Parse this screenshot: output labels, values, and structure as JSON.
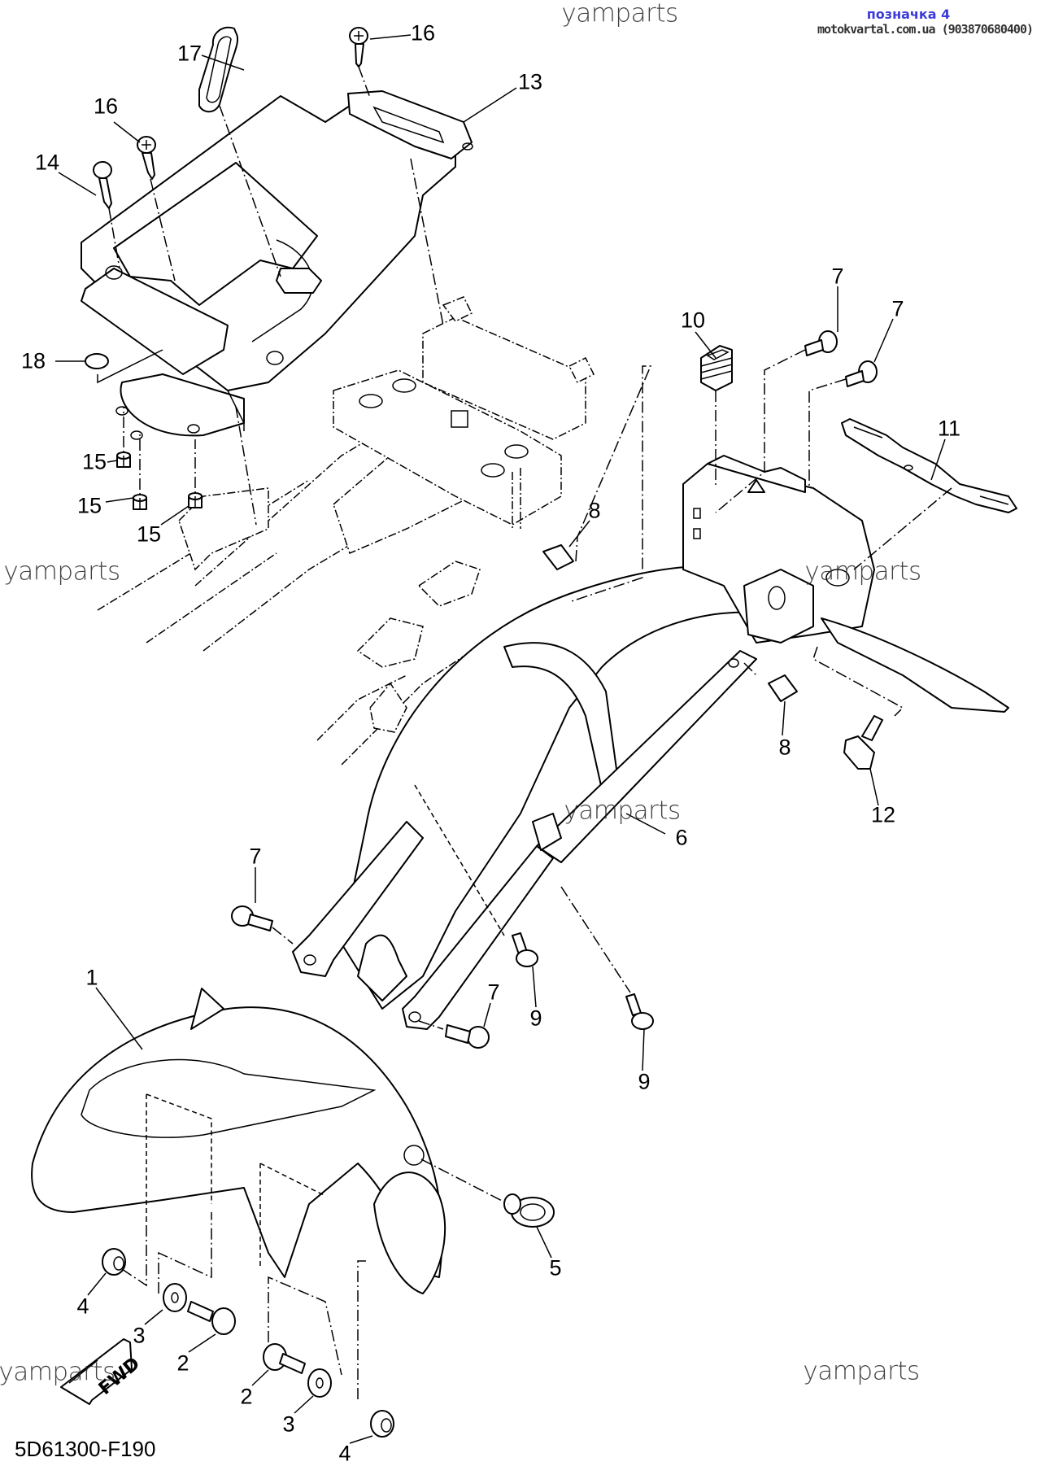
{
  "header": {
    "badge_title": "позначка 4",
    "badge_contact": "motokvartal.com.ua (903870680400)"
  },
  "watermark_text": "yamparts",
  "catalog_code": "5D61300-F190",
  "direction_marker": {
    "label": "FWD",
    "icon": "forward-arrow-icon"
  },
  "callouts": [
    {
      "ref": "17",
      "part": "seat-rubber-pad"
    },
    {
      "ref": "16",
      "part": "screw-top"
    },
    {
      "ref": "13",
      "part": "under-seat-tray"
    },
    {
      "ref": "16",
      "part": "screw-left"
    },
    {
      "ref": "14",
      "part": "tapping-screw"
    },
    {
      "ref": "18",
      "part": "damper-plate"
    },
    {
      "ref": "15",
      "part": "nut-1"
    },
    {
      "ref": "15",
      "part": "nut-2"
    },
    {
      "ref": "15",
      "part": "nut-3"
    },
    {
      "ref": "10",
      "part": "grommet"
    },
    {
      "ref": "7",
      "part": "bolt-upper-1"
    },
    {
      "ref": "7",
      "part": "bolt-upper-2"
    },
    {
      "ref": "11",
      "part": "bracket"
    },
    {
      "ref": "8",
      "part": "nut-clip-upper"
    },
    {
      "ref": "8",
      "part": "nut-clip-lower"
    },
    {
      "ref": "12",
      "part": "flange-bolt"
    },
    {
      "ref": "6",
      "part": "rear-fender"
    },
    {
      "ref": "7",
      "part": "bolt-left"
    },
    {
      "ref": "7",
      "part": "bolt-lower"
    },
    {
      "ref": "9",
      "part": "screw-1"
    },
    {
      "ref": "9",
      "part": "screw-2"
    },
    {
      "ref": "1",
      "part": "front-fender"
    },
    {
      "ref": "5",
      "part": "grommet-front"
    },
    {
      "ref": "4",
      "part": "collar-left"
    },
    {
      "ref": "3",
      "part": "washer-left"
    },
    {
      "ref": "2",
      "part": "bolt-front-left"
    },
    {
      "ref": "2",
      "part": "bolt-front-right"
    },
    {
      "ref": "3",
      "part": "washer-right"
    },
    {
      "ref": "4",
      "part": "collar-right"
    }
  ]
}
